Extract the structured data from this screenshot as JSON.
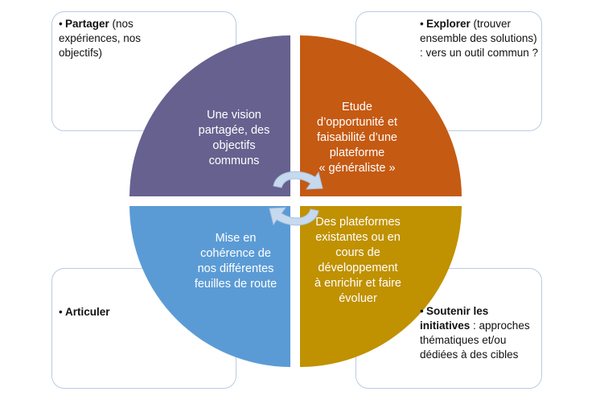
{
  "boxes": {
    "top_left": {
      "bold": "Partager",
      "rest": " (nos expériences, nos objectifs)"
    },
    "top_right": {
      "bold": "Explorer",
      "rest": " (trouver ensemble des solutions) : vers un outil commun ?"
    },
    "bottom_left": {
      "bold": "Articuler",
      "rest": ""
    },
    "bottom_right": {
      "bold": "Soutenir les initiatives",
      "rest": " : approches thématiques et/ou dédiées à des cibles"
    }
  },
  "quadrants": {
    "top_left": {
      "lines": [
        "Une vision",
        "partagée, des",
        "objectifs",
        "communs"
      ],
      "color": "#67618f"
    },
    "top_right": {
      "lines": [
        "Etude",
        "d’opportunité et",
        "faisabilité d’une",
        "plateforme",
        "« généraliste »"
      ],
      "color": "#c55a13"
    },
    "bottom_left": {
      "lines": [
        "Mise en",
        "cohérence de",
        "nos différentes",
        "feuilles de route"
      ],
      "color": "#5b9bd5"
    },
    "bottom_right": {
      "lines": [
        "Des plateformes",
        "existantes ou en",
        "cours de",
        "développement",
        "à enrichir et faire",
        "évoluer"
      ],
      "color": "#c09100"
    }
  },
  "colors": {
    "box_border": "#b9cbe3",
    "arrows": "#c6d9ee"
  }
}
